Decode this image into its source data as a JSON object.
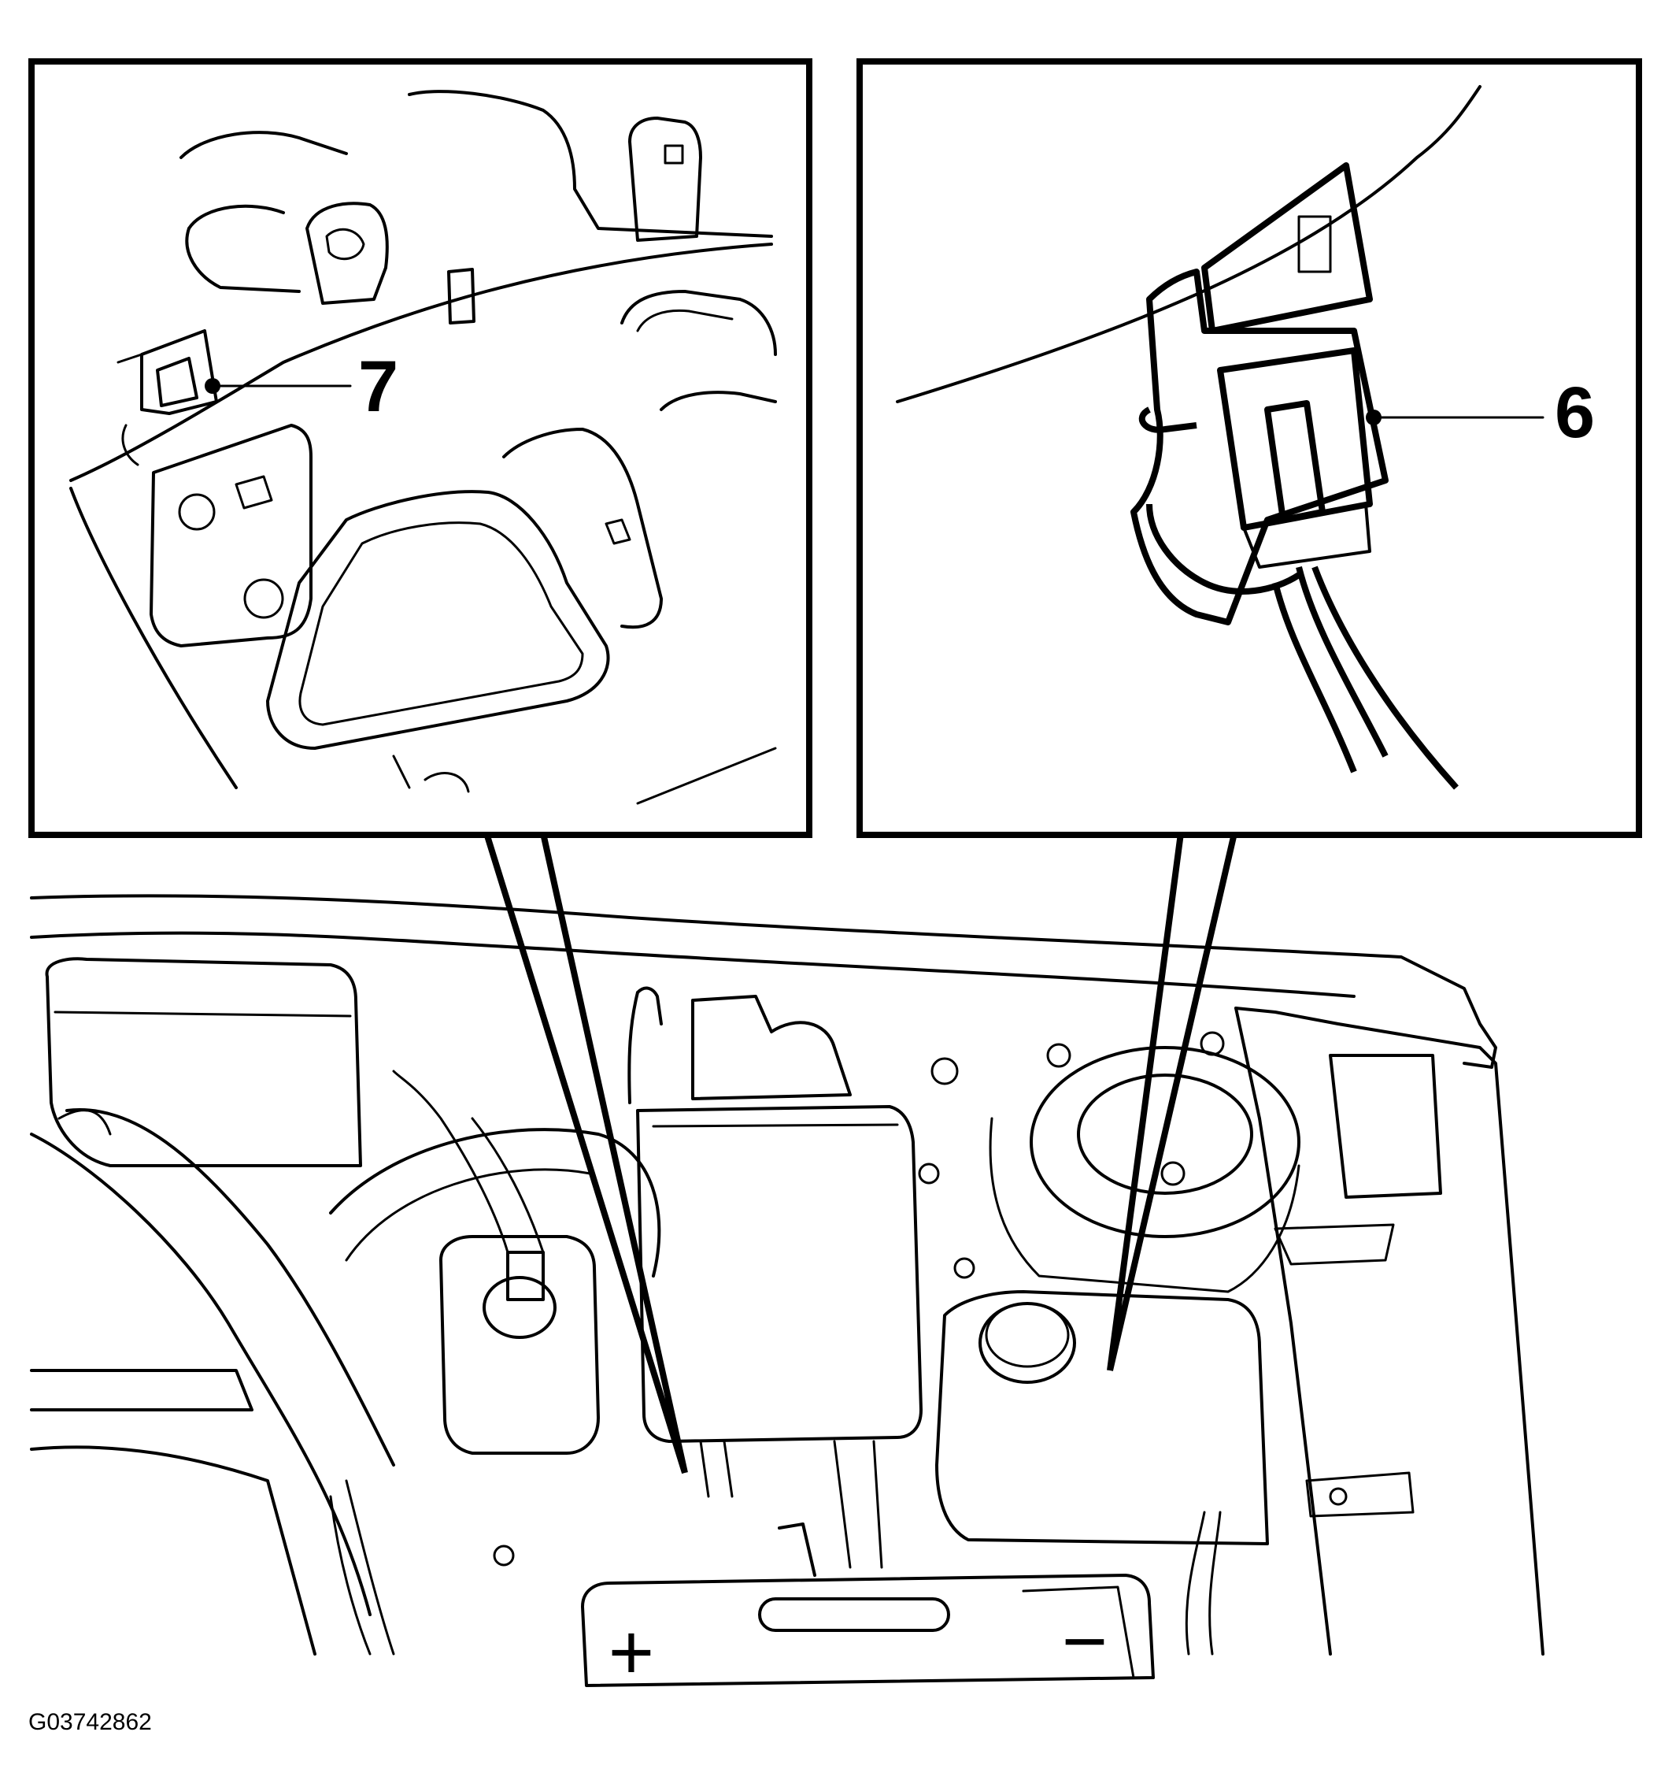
{
  "callouts": {
    "left_inset": "7",
    "right_inset": "6"
  },
  "battery_symbols": {
    "positive": "+",
    "negative": "−"
  },
  "figure_id": "G03742862"
}
